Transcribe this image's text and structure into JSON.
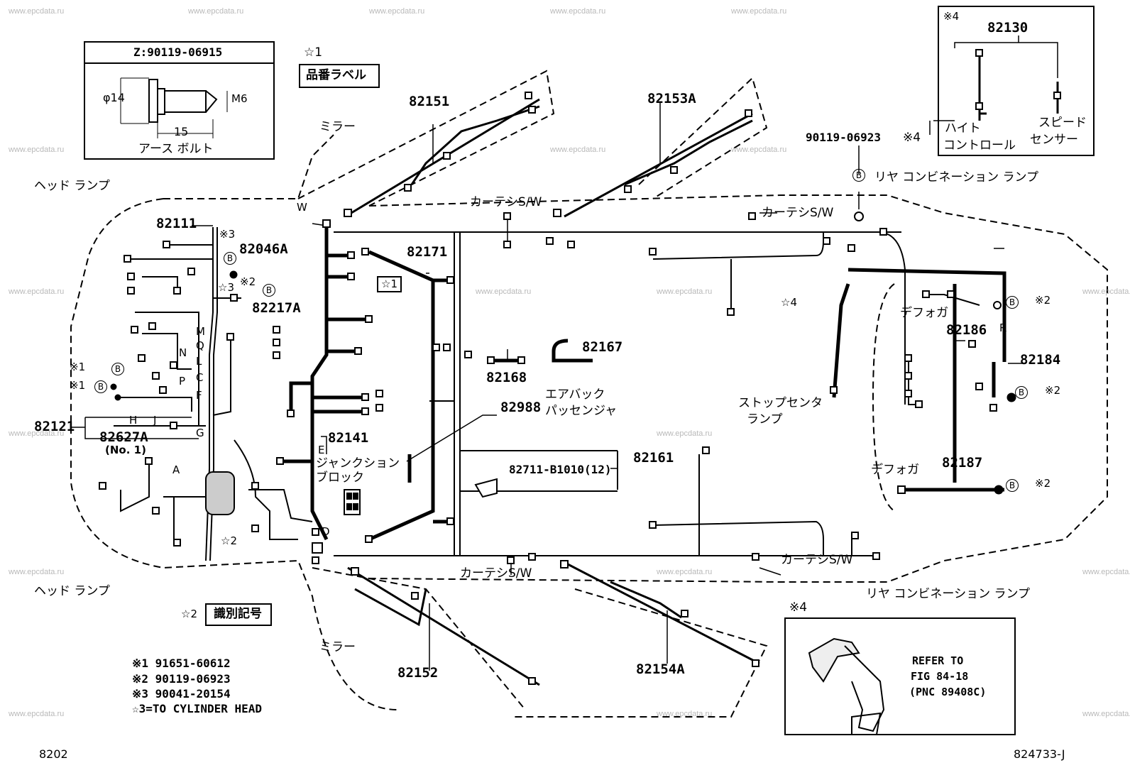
{
  "watermark": "www.epcdata.ru",
  "fig_number": "8202",
  "illustration_id": "824733-J",
  "parts": {
    "p82111": "82111",
    "p82121": "82121",
    "p82627A": "82627A",
    "p82627A_note": "(No. 1)",
    "p82046A": "82046A",
    "p82217A": "82217A",
    "p82141": "82141",
    "p82171": "82171",
    "p82151": "82151",
    "p82153A": "82153A",
    "p82167": "82167",
    "p82168": "82168",
    "p82988": "82988",
    "p82161": "82161",
    "p82711": "82711-B1010(12)",
    "p82152": "82152",
    "p82154A": "82154A",
    "p82186": "82186",
    "p82184": "82184",
    "p82187": "82187",
    "p82130": "82130",
    "p90119": "90119-06923"
  },
  "labels": {
    "head_lamp": "ヘッド ランプ",
    "mirror": "ミラー",
    "courtesy_sw": "カーテシS/W",
    "rear_combo_lamp": "リヤ コンビネーション ランプ",
    "airbag_passenger_1": "エアバック",
    "airbag_passenger_2": "パッセンジャ",
    "junction_block_1": "ジャンクション",
    "junction_block_2": "ブロック",
    "stop_center_1": "ストップセンタ",
    "stop_center_2": "ランプ",
    "defogger": "デフォガ",
    "height_control_1": "ハイト",
    "height_control_2": "コントロール",
    "speed_sensor_1": "スピード",
    "speed_sensor_2": "センサー",
    "part_no_label": "品番ラベル",
    "id_mark": "識別記号",
    "star1": "☆1",
    "star2": "☆2",
    "star3": "☆3",
    "star4": "☆4",
    "kome1": "※1",
    "kome2": "※2",
    "kome3": "※3",
    "kome4": "※4",
    "circle_b": "B",
    "letter_w": "W",
    "letter_a": "A",
    "letter_d": "D",
    "letter_e": "E",
    "letter_r": "R",
    "letter_g": "G",
    "letter_h": "H",
    "letter_j": "J",
    "letter_m": "M",
    "letter_q": "Q",
    "letter_l": "L",
    "letter_c": "C",
    "letter_f": "F",
    "letter_n": "N",
    "letter_p": "P"
  },
  "bolt_box": {
    "title": "Z:90119-06915",
    "dia": "φ14",
    "thread": "M6",
    "length": "15",
    "caption": "アース ボルト"
  },
  "notes": [
    "※1 91651-60612",
    "※2 90119-06923",
    "※3 90041-20154",
    "☆3=TO CYLINDER HEAD"
  ],
  "refer_box": {
    "line1": "REFER TO",
    "line2": "FIG 84-18",
    "line3": "(PNC 89408C)"
  }
}
